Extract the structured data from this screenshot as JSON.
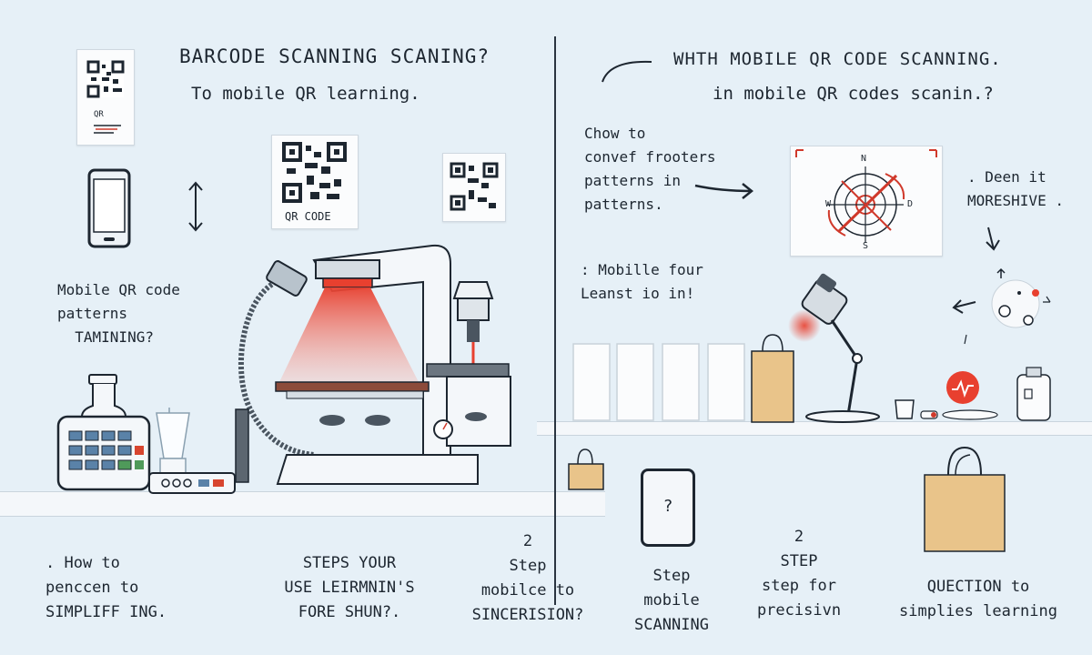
{
  "left_panel": {
    "heading": "BARCODE SCANNING SCANING?",
    "subheading": "To mobile QR learning.",
    "qr_card_small_label": "QR",
    "qr_main_label": "QR CODE",
    "side_note": "Mobile QR code\npatterns\n  TAMINING?"
  },
  "right_panel": {
    "heading": "WHTH MOBILE QR CODE SCANNING.",
    "subheading": "in mobile QR codes scanin.?",
    "note_top": "Chow to\nconvef frooters\npatterns in\npatterns.",
    "note_mid": ": Mobille four\nLeanst io in!",
    "note_side": ". Deen it\nMORESHIVE .",
    "compass": {
      "n": "N",
      "s": "S",
      "w": "W",
      "e": "D"
    }
  },
  "steps": [
    {
      "text": ". How to\npenccen to\nSIMPLIFF ING."
    },
    {
      "text": "STEPS YOUR\nUSE LEIRMNIN'S\nFORE SHUN?."
    },
    {
      "text": "2\nStep\nmobilce to\nSINCERISION?"
    },
    {
      "text": "Step\nmobile\nSCANNING"
    },
    {
      "text": "2\nSTEP\nstep for\nprecisivn"
    },
    {
      "text": "QUECTION to\nsimplies learning"
    }
  ],
  "phone_prompt": "?",
  "colors": {
    "background": "#e6f0f7",
    "ink": "#1d2630",
    "scan_red": "#e8402f",
    "bag": "#e9c48a",
    "counter": "#f4f7fa"
  }
}
